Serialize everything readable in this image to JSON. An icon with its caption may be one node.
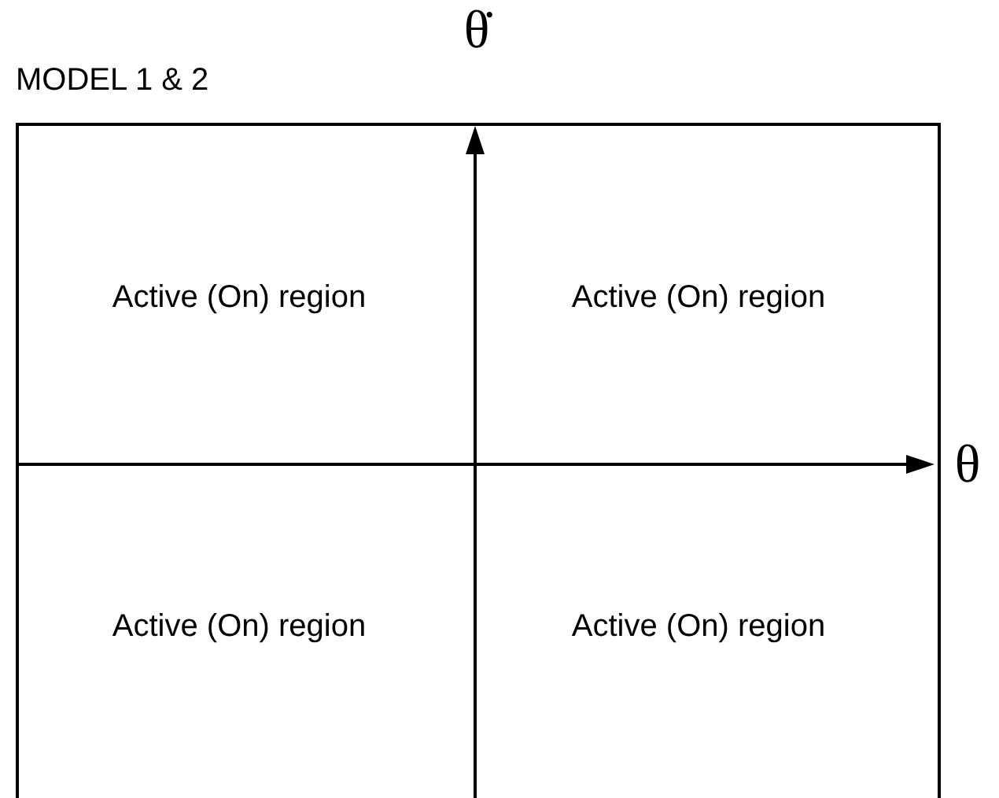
{
  "diagram": {
    "title": "MODEL 1 & 2",
    "labels": [
      "θ̇",
      "Active (On) region",
      "Active (On) region",
      "θ",
      "Active (On) region",
      "Active (On) region"
    ]
  }
}
